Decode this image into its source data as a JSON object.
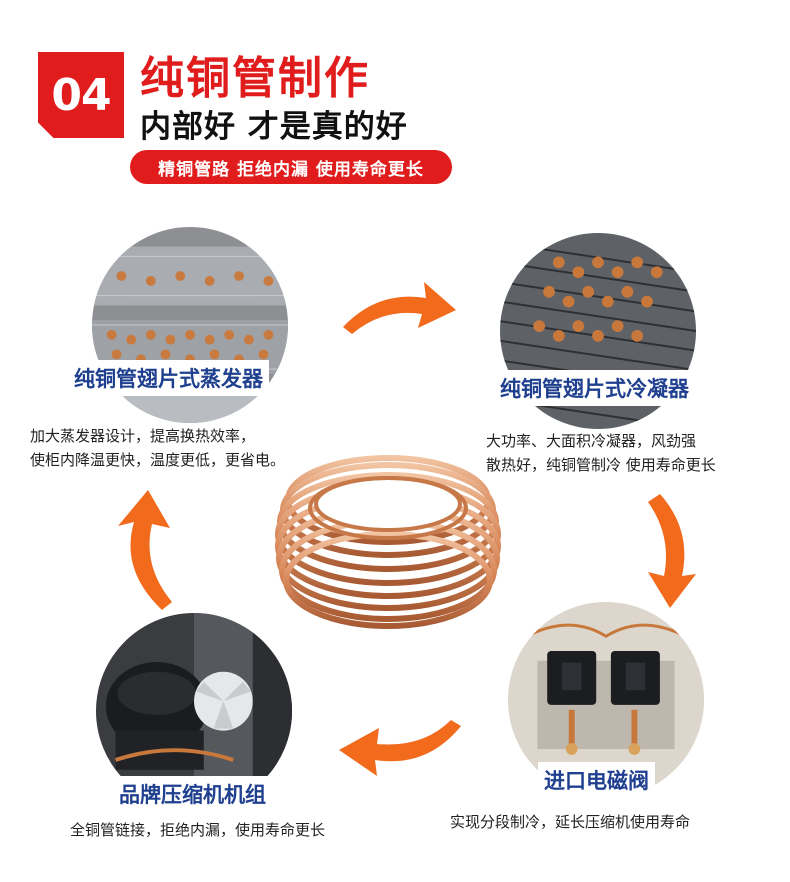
{
  "header": {
    "number": "04",
    "title": "纯铜管制作",
    "subtitle": "内部好 才是真的好",
    "tagline": "精铜管路 拒绝内漏 使用寿命更长"
  },
  "components": {
    "evaporator": {
      "label": "纯铜管翅片式蒸发器",
      "desc_line1": "加大蒸发器设计，提高换热效率，",
      "desc_line2": "使柜内降温更快，温度更低，更省电。"
    },
    "condenser": {
      "label": "纯铜管翅片式冷凝器",
      "desc_line1": "大功率、大面积冷凝器，风劲强",
      "desc_line2": "散热好，纯铜管制冷 使用寿命更长"
    },
    "compressor": {
      "label": "品牌压缩机机组",
      "desc_line1": "全铜管链接，拒绝内漏，使用寿命更长"
    },
    "valve": {
      "label": "进口电磁阀",
      "desc_line1": "实现分段制冷，延长压缩机使用寿命"
    }
  },
  "colors": {
    "accent_red": "#e11c1c",
    "label_blue": "#1f3f8f",
    "arrow_orange": "#f26a1b",
    "copper": "#d98a5c"
  },
  "icons": {
    "cycle_arrows": "curved-arrow",
    "center_image": "copper-coil"
  }
}
